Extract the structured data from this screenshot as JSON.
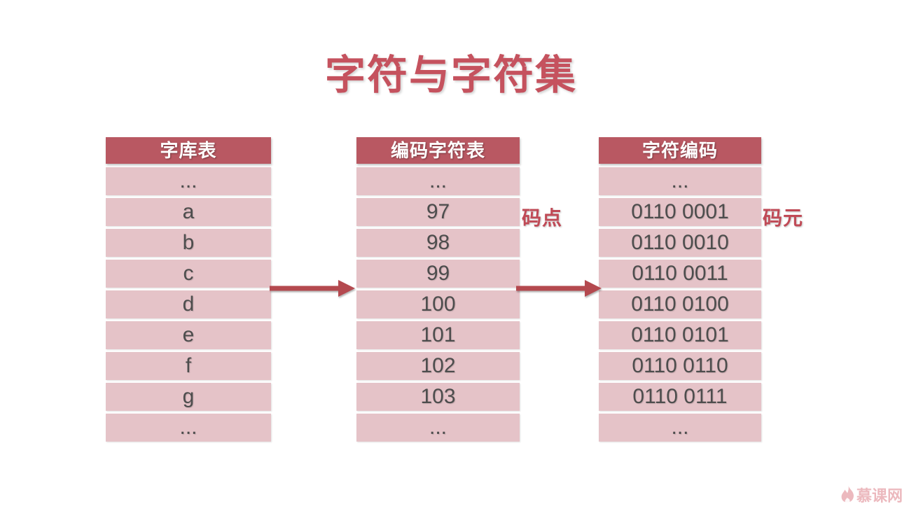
{
  "title": "字符与字符集",
  "tables": [
    {
      "header": "字库表",
      "rows": [
        "...",
        "a",
        "b",
        "c",
        "d",
        "e",
        "f",
        "g",
        "..."
      ]
    },
    {
      "header": "编码字符表",
      "rows": [
        "...",
        "97",
        "98",
        "99",
        "100",
        "101",
        "102",
        "103",
        "..."
      ]
    },
    {
      "header": "字符编码",
      "rows": [
        "...",
        "0110 0001",
        "0110 0010",
        "0110 0011",
        "0110 0100",
        "0110 0101",
        "0110 0110",
        "0110 0111",
        "..."
      ]
    }
  ],
  "annotations": {
    "code_point": "码点",
    "code_unit": "码元"
  },
  "watermark": {
    "icon": "flame-icon",
    "text": "慕课网"
  },
  "colors": {
    "background": "#ffffff",
    "title": "#c5525e",
    "table_header_bg": "#b95862",
    "table_header_text": "#ffffff",
    "row_bg": "#e5c3c8",
    "row_text": "#4d4d4d",
    "annotation": "#c04a56",
    "arrow": "#b4494f",
    "watermark": "#ecb9be"
  }
}
